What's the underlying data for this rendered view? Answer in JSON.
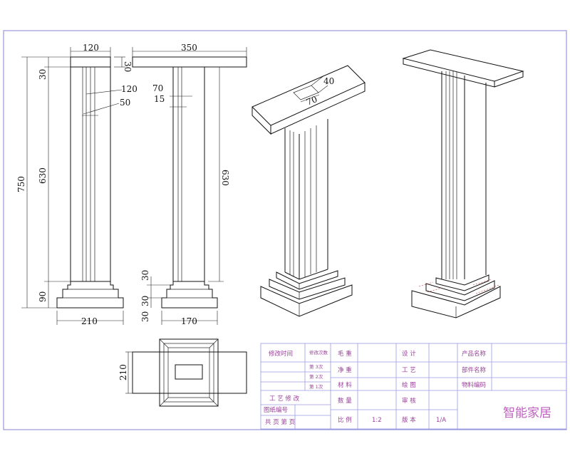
{
  "dimensions": {
    "front_top_width": "120",
    "top_thickness": "30",
    "front_height_total": "750",
    "front_cap": "30",
    "front_shaft": "630",
    "front_base": "90",
    "front_flute_1": "120",
    "front_flute_2": "50",
    "front_base_width": "210",
    "side_top_width": "350",
    "side_flute_1": "70",
    "side_flute_2": "15",
    "side_shaft": "630",
    "side_base_30a": "30",
    "side_base_30b": "30",
    "side_base_30c": "30",
    "side_base_width": "170",
    "iso_slot_40": "40",
    "iso_slot_70": "70",
    "plan_depth": "210"
  },
  "title_block": {
    "revision_time": "修改时间",
    "revision_count": "修改次数",
    "rev_3": "第 3次",
    "rev_2": "第 2次",
    "rev_1": "第 1次",
    "process_revision": "工 艺 修 改",
    "drawing_no": "图纸编号",
    "sheets": "共   页  第  页",
    "rough_wood": "毛  重",
    "net_wood": "净  重",
    "material": "材  料",
    "quantity": "数  量",
    "scale": "比  例",
    "scale_value": "1:2",
    "design": "设  计",
    "process": "工  艺",
    "drawing": "绘  图",
    "review": "审  核",
    "version": "版  本",
    "version_value": "1/A",
    "product_name": "产品名称",
    "part_name": "部件名称",
    "material_code": "物料编码",
    "brand": "智能家居"
  }
}
